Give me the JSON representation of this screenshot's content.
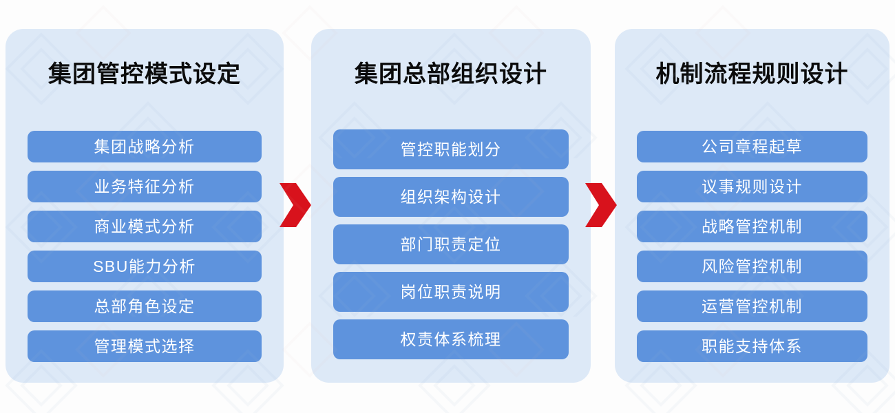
{
  "theme": {
    "page_background": "#fdfdfd",
    "card_background": "#dde9f7",
    "pill_background": "#5e93dd",
    "pill_text_color": "#ffffff",
    "title_text_color": "#0b0b0b",
    "arrow_color": "#d8121c"
  },
  "diagram": {
    "type": "three-stage-process-flow",
    "stage_count": 3,
    "connector_icon": "chevron-right-arrow",
    "connectors": [
      {
        "name": "arrow-stage1-to-stage2",
        "icon": "chevron-right-arrow"
      },
      {
        "name": "arrow-stage2-to-stage3",
        "icon": "chevron-right-arrow"
      }
    ],
    "stages": [
      {
        "id": "stage-1",
        "title": "集团管控模式设定",
        "items": [
          "集团战略分析",
          "业务特征分析",
          "商业模式分析",
          "SBU能力分析",
          "总部角色设定",
          "管理模式选择"
        ]
      },
      {
        "id": "stage-2",
        "title": "集团总部组织设计",
        "items": [
          "管控职能划分",
          "组织架构设计",
          "部门职责定位",
          "岗位职责说明",
          "权责体系梳理"
        ]
      },
      {
        "id": "stage-3",
        "title": "机制流程规则设计",
        "items": [
          "公司章程起草",
          "议事规则设计",
          "战略管控机制",
          "风险管控机制",
          "运营管控机制",
          "职能支持体系"
        ]
      }
    ]
  }
}
